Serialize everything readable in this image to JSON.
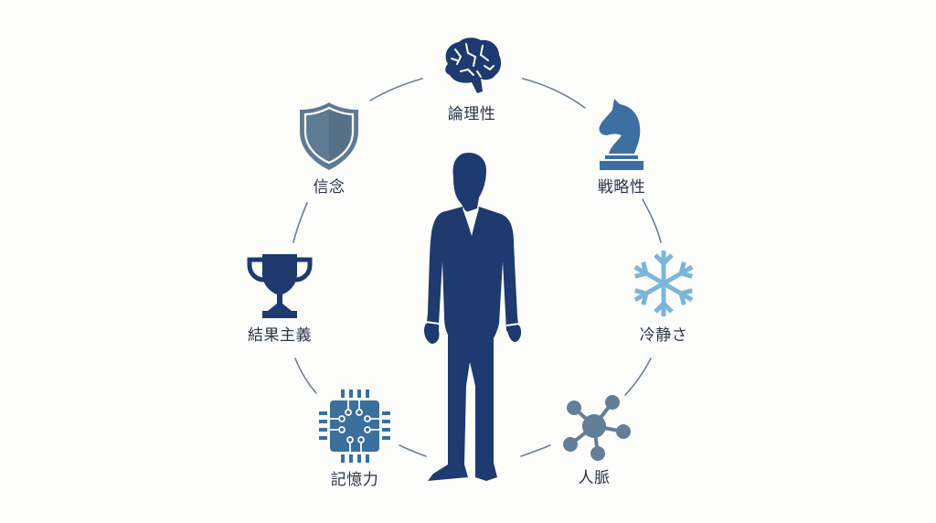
{
  "diagram": {
    "center": {
      "name": "businessman-silhouette",
      "color": "#1e3a6e"
    },
    "ring_color": "#6a7f95",
    "nodes": [
      {
        "id": "logic",
        "label": "論理性",
        "icon": "brain-icon",
        "color": "#1e3a6e"
      },
      {
        "id": "strategy",
        "label": "戦略性",
        "icon": "chess-knight-icon",
        "color": "#3d6fa3"
      },
      {
        "id": "calm",
        "label": "冷静さ",
        "icon": "snowflake-icon",
        "color": "#7ab6da"
      },
      {
        "id": "network",
        "label": "人脈",
        "icon": "network-nodes-icon",
        "color": "#637f98"
      },
      {
        "id": "memory",
        "label": "記憶力",
        "icon": "microchip-icon",
        "color": "#3a6f9e"
      },
      {
        "id": "results",
        "label": "結果主義",
        "icon": "trophy-icon",
        "color": "#1e3a6e"
      },
      {
        "id": "belief",
        "label": "信念",
        "icon": "shield-icon",
        "color": "#5f7a93"
      }
    ]
  }
}
